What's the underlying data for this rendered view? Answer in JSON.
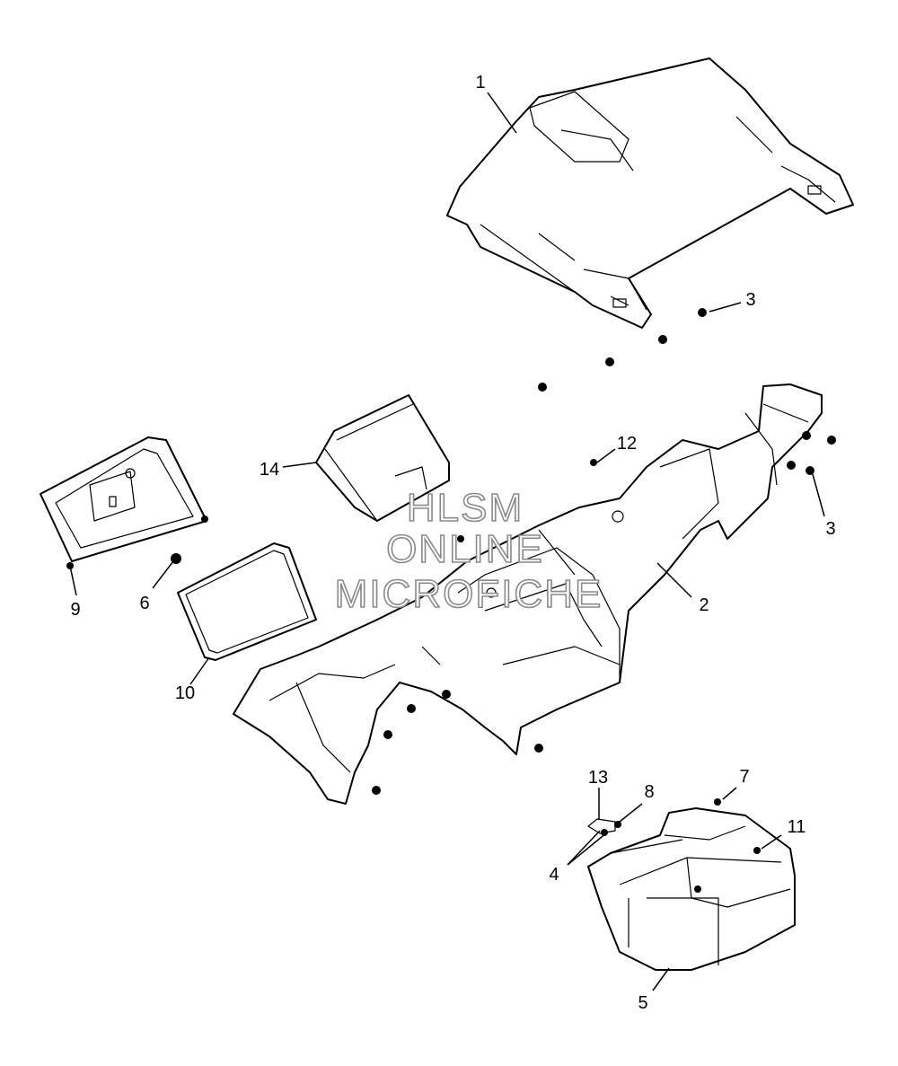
{
  "callouts": [
    {
      "id": "c1",
      "label": "1"
    },
    {
      "id": "c2",
      "label": "2"
    },
    {
      "id": "c3a",
      "label": "3"
    },
    {
      "id": "c3b",
      "label": "3"
    },
    {
      "id": "c4",
      "label": "4"
    },
    {
      "id": "c5",
      "label": "5"
    },
    {
      "id": "c6",
      "label": "6"
    },
    {
      "id": "c7",
      "label": "7"
    },
    {
      "id": "c8",
      "label": "8"
    },
    {
      "id": "c9",
      "label": "9"
    },
    {
      "id": "c10",
      "label": "10"
    },
    {
      "id": "c11",
      "label": "11"
    },
    {
      "id": "c12",
      "label": "12"
    },
    {
      "id": "c13",
      "label": "13"
    },
    {
      "id": "c14",
      "label": "14"
    }
  ],
  "watermark": {
    "line1": "HLSM",
    "line2": "ONLINE",
    "line3": "MICROFICHE"
  }
}
